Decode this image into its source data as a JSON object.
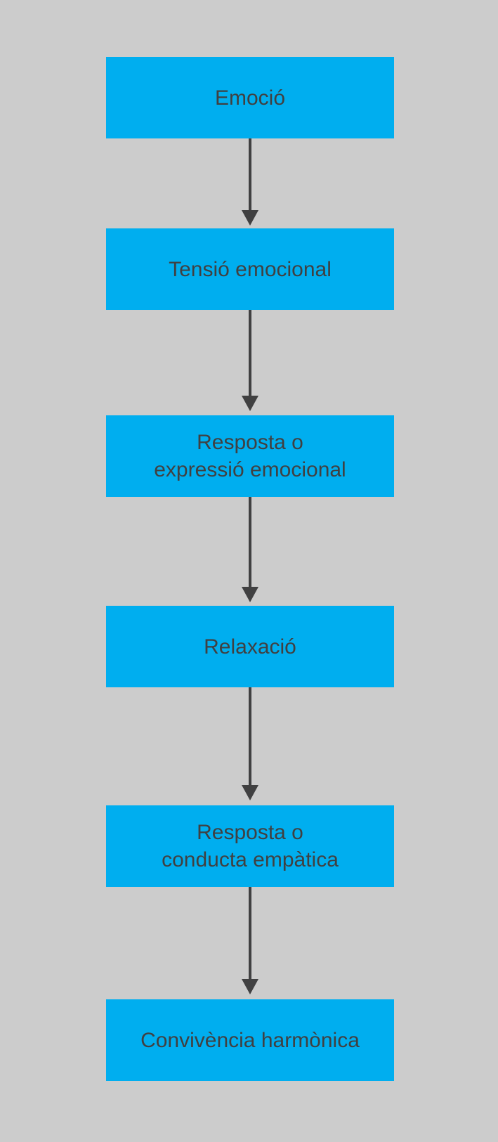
{
  "colors": {
    "background": "#cccccc",
    "box_fill": "#00aeef",
    "text": "#404041",
    "arrow": "#404041"
  },
  "nodes": [
    {
      "id": "emocio",
      "lines": [
        "Emoció"
      ]
    },
    {
      "id": "tensio-emocional",
      "lines": [
        "Tensió emocional"
      ]
    },
    {
      "id": "resposta-expressio",
      "lines": [
        "Resposta o",
        "expressió emocional"
      ]
    },
    {
      "id": "relaxacio",
      "lines": [
        "Relaxació"
      ]
    },
    {
      "id": "resposta-conducta",
      "lines": [
        "Resposta o",
        "conducta empàtica"
      ]
    },
    {
      "id": "convivencia",
      "lines": [
        "Convivència harmònica"
      ]
    }
  ],
  "edges": [
    {
      "from": "emocio",
      "to": "tensio-emocional"
    },
    {
      "from": "tensio-emocional",
      "to": "resposta-expressio"
    },
    {
      "from": "resposta-expressio",
      "to": "relaxacio"
    },
    {
      "from": "relaxacio",
      "to": "resposta-conducta"
    },
    {
      "from": "resposta-conducta",
      "to": "convivencia"
    }
  ]
}
